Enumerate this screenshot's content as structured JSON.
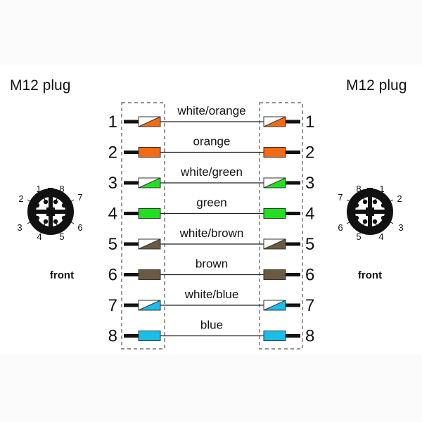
{
  "left_plug": {
    "title": "M12 plug",
    "caption": "front",
    "pin_labels": [
      "1",
      "2",
      "3",
      "4",
      "5",
      "6",
      "7",
      "8"
    ]
  },
  "right_plug": {
    "title": "M12 plug",
    "caption": "front",
    "pin_labels": [
      "1",
      "2",
      "3",
      "4",
      "5",
      "6",
      "7",
      "8"
    ]
  },
  "wires": [
    {
      "pin": "1",
      "label": "white/orange",
      "color": "#f46a12",
      "striped": true
    },
    {
      "pin": "2",
      "label": "orange",
      "color": "#f46a12",
      "striped": false
    },
    {
      "pin": "3",
      "label": "white/green",
      "color": "#1fe11f",
      "striped": true
    },
    {
      "pin": "4",
      "label": "green",
      "color": "#1fe11f",
      "striped": false
    },
    {
      "pin": "5",
      "label": "white/brown",
      "color": "#6b5a43",
      "striped": true
    },
    {
      "pin": "6",
      "label": "brown",
      "color": "#6b5a43",
      "striped": false
    },
    {
      "pin": "7",
      "label": "white/blue",
      "color": "#19bfe8",
      "striped": true
    },
    {
      "pin": "8",
      "label": "blue",
      "color": "#19bfe8",
      "striped": false
    }
  ]
}
